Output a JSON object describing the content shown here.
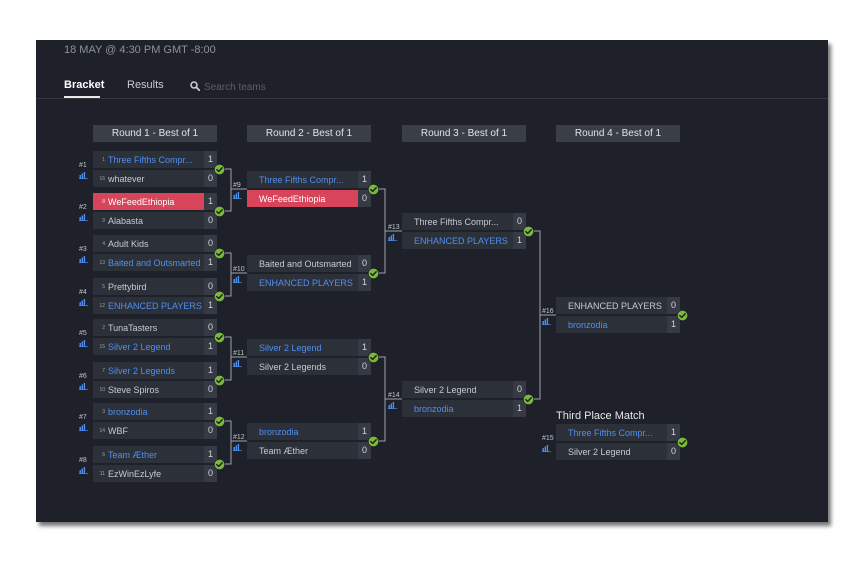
{
  "header": {
    "date": "18 MAY @ 4:30 PM GMT -8:00"
  },
  "tabs": {
    "bracket": "Bracket",
    "results": "Results"
  },
  "search": {
    "placeholder": "Search teams"
  },
  "rounds": [
    {
      "label": "Round 1 - Best of 1"
    },
    {
      "label": "Round 2 - Best of 1"
    },
    {
      "label": "Round 3 - Best of 1"
    },
    {
      "label": "Round 4 - Best of 1"
    }
  ],
  "third_place_label": "Third Place Match",
  "colors": {
    "winner_text": "#4f8ff0",
    "highlight_row": "#d8445a",
    "check": "#7ab83a"
  },
  "matches": [
    {
      "num": "#1",
      "rows": [
        {
          "seed": "1",
          "name": "Three Fifths Compr...",
          "score": "1",
          "winner": true
        },
        {
          "seed": "16",
          "name": "whatever",
          "score": "0"
        }
      ]
    },
    {
      "num": "#2",
      "rows": [
        {
          "seed": "8",
          "name": "WeFeedEthiopia",
          "score": "1",
          "winner": true,
          "highlight": true
        },
        {
          "seed": "9",
          "name": "Alabasta",
          "score": "0"
        }
      ]
    },
    {
      "num": "#3",
      "rows": [
        {
          "seed": "4",
          "name": "Adult Kids",
          "score": "0"
        },
        {
          "seed": "13",
          "name": "Baited and Outsmarted",
          "score": "1",
          "winner": true
        }
      ]
    },
    {
      "num": "#4",
      "rows": [
        {
          "seed": "5",
          "name": "Prettybird",
          "score": "0"
        },
        {
          "seed": "12",
          "name": "ENHANCED PLAYERS",
          "score": "1",
          "winner": true
        }
      ]
    },
    {
      "num": "#5",
      "rows": [
        {
          "seed": "2",
          "name": "TunaTasters",
          "score": "0"
        },
        {
          "seed": "15",
          "name": "Silver 2 Legend",
          "score": "1",
          "winner": true
        }
      ]
    },
    {
      "num": "#6",
      "rows": [
        {
          "seed": "7",
          "name": "Silver 2 Legends",
          "score": "1",
          "winner": true
        },
        {
          "seed": "10",
          "name": "Steve Spiros",
          "score": "0"
        }
      ]
    },
    {
      "num": "#7",
      "rows": [
        {
          "seed": "3",
          "name": "bronzodia",
          "score": "1",
          "winner": true
        },
        {
          "seed": "14",
          "name": "WBF",
          "score": "0"
        }
      ]
    },
    {
      "num": "#8",
      "rows": [
        {
          "seed": "6",
          "name": "Team Æther",
          "score": "1",
          "winner": true
        },
        {
          "seed": "11",
          "name": "EzWinEzLyfe",
          "score": "0"
        }
      ]
    },
    {
      "num": "#9",
      "rows": [
        {
          "name": "Three Fifths Compr...",
          "score": "1",
          "winner": true
        },
        {
          "name": "WeFeedEthiopia",
          "score": "0",
          "highlight": true
        }
      ]
    },
    {
      "num": "#10",
      "rows": [
        {
          "name": "Baited and Outsmarted",
          "score": "0"
        },
        {
          "name": "ENHANCED PLAYERS",
          "score": "1",
          "winner": true
        }
      ]
    },
    {
      "num": "#11",
      "rows": [
        {
          "name": "Silver 2 Legend",
          "score": "1",
          "winner": true
        },
        {
          "name": "Silver 2 Legends",
          "score": "0"
        }
      ]
    },
    {
      "num": "#12",
      "rows": [
        {
          "name": "bronzodia",
          "score": "1",
          "winner": true
        },
        {
          "name": "Team Æther",
          "score": "0"
        }
      ]
    },
    {
      "num": "#13",
      "rows": [
        {
          "name": "Three Fifths Compr...",
          "score": "0"
        },
        {
          "name": "ENHANCED PLAYERS",
          "score": "1",
          "winner": true
        }
      ]
    },
    {
      "num": "#14",
      "rows": [
        {
          "name": "Silver 2 Legend",
          "score": "0"
        },
        {
          "name": "bronzodia",
          "score": "1",
          "winner": true
        }
      ]
    },
    {
      "num": "#16",
      "rows": [
        {
          "name": "ENHANCED PLAYERS",
          "score": "0"
        },
        {
          "name": "bronzodia",
          "score": "1",
          "winner": true
        }
      ]
    },
    {
      "num": "#15",
      "rows": [
        {
          "name": "Three Fifths Compr...",
          "score": "1",
          "winner": true
        },
        {
          "name": "Silver 2 Legend",
          "score": "0"
        }
      ]
    }
  ]
}
